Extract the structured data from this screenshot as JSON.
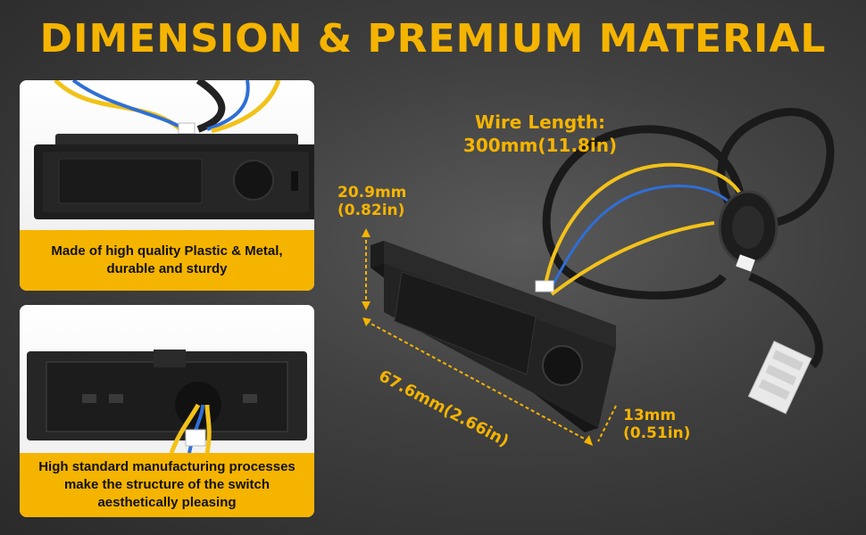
{
  "title": "DIMENSION & PREMIUM MATERIAL",
  "wire_length": {
    "label": "Wire Length:",
    "value": "300mm(11.8in)"
  },
  "dimensions": {
    "height": {
      "mm": "20.9mm",
      "in": "(0.82in)"
    },
    "length": "67.6mm(2.66in)",
    "depth": {
      "mm": "13mm",
      "in": "(0.51in)"
    }
  },
  "cards": [
    {
      "caption": "Made of high quality Plastic & Metal, durable and sturdy"
    },
    {
      "caption": "High standard manufacturing processes make the structure of the switch aesthetically pleasing"
    }
  ],
  "colors": {
    "accent": "#f5b400",
    "background": "#3f3f3f",
    "wire_yellow": "#f2c21a",
    "wire_blue": "#2f6fd6"
  }
}
